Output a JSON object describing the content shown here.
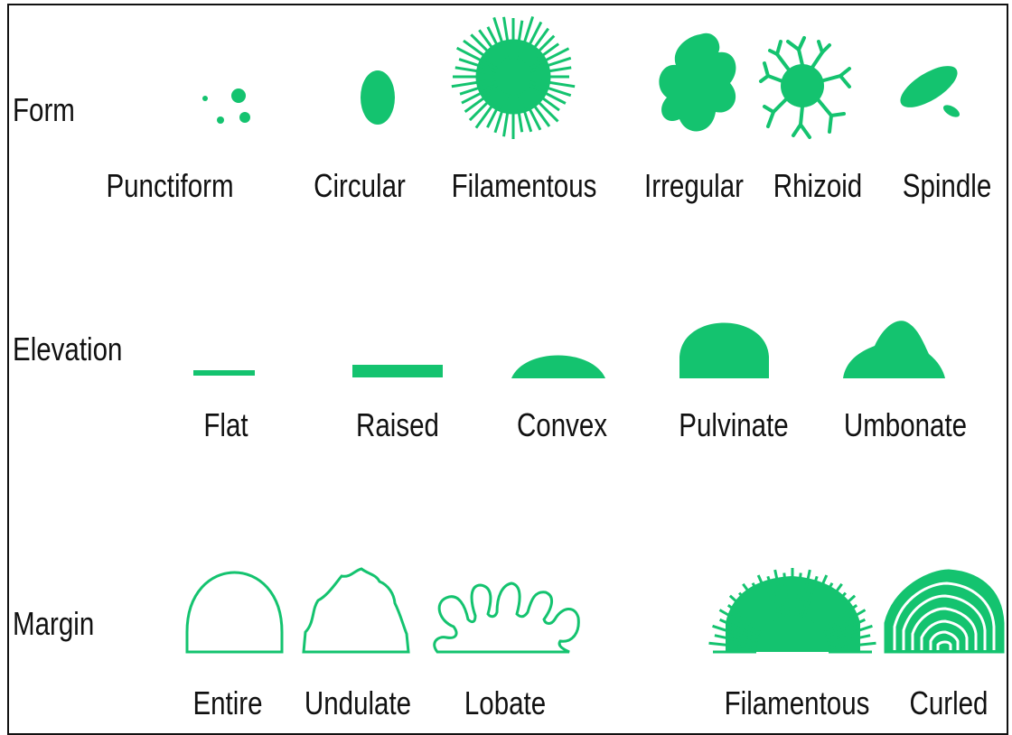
{
  "colors": {
    "green": "#14c36f",
    "text": "#111111",
    "background": "#ffffff"
  },
  "rows": {
    "form": {
      "label": "Form",
      "items": [
        "Punctiform",
        "Circular",
        "Filamentous",
        "Irregular",
        "Rhizoid",
        "Spindle"
      ]
    },
    "elevation": {
      "label": "Elevation",
      "items": [
        "Flat",
        "Raised",
        "Convex",
        "Pulvinate",
        "Umbonate"
      ]
    },
    "margin": {
      "label": "Margin",
      "items": [
        "Entire",
        "Undulate",
        "Lobate",
        "Filamentous",
        "Curled"
      ]
    }
  }
}
